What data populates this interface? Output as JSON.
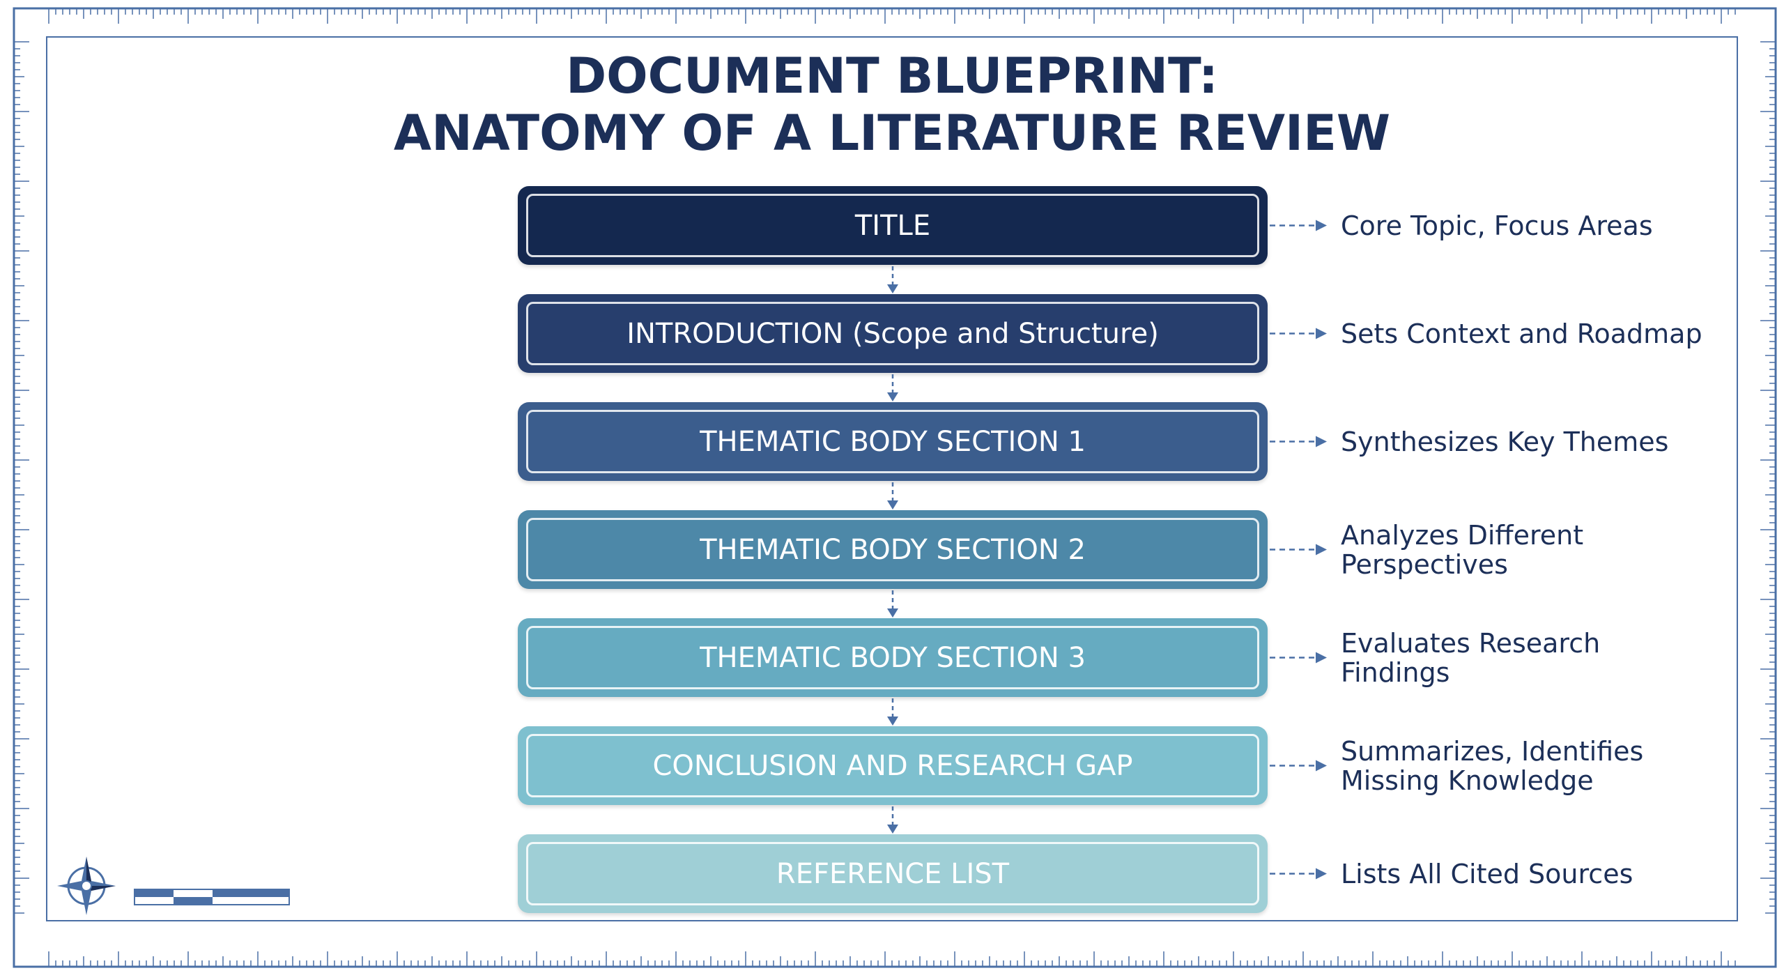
{
  "title": {
    "line1": "DOCUMENT BLUEPRINT:",
    "line2": "ANATOMY OF A LITERATURE REVIEW"
  },
  "sections": [
    {
      "label": "TITLE",
      "note_lines": [
        "Core Topic, Focus Areas"
      ],
      "color": "#14284f"
    },
    {
      "label": "INTRODUCTION (Scope and Structure)",
      "note_lines": [
        "Sets Context and Roadmap"
      ],
      "color": "#273e6d"
    },
    {
      "label": "THEMATIC BODY SECTION 1",
      "note_lines": [
        "Synthesizes Key Themes"
      ],
      "color": "#3b5d8d"
    },
    {
      "label": "THEMATIC BODY SECTION 2",
      "note_lines": [
        "Analyzes Different",
        "Perspectives"
      ],
      "color": "#4d88a8"
    },
    {
      "label": "THEMATIC BODY SECTION 3",
      "note_lines": [
        "Evaluates Research",
        "Findings"
      ],
      "color": "#66abc1"
    },
    {
      "label": "CONCLUSION AND RESEARCH GAP",
      "note_lines": [
        "Summarizes, Identifies",
        "Missing Knowledge"
      ],
      "color": "#7ec0cf"
    },
    {
      "label": "REFERENCE LIST",
      "note_lines": [
        "Lists All Cited Sources"
      ],
      "color": "#9fcfd6"
    }
  ],
  "colors": {
    "frame": "#4a6fa5",
    "title": "#1c2f58",
    "arrow": "#4a6fa5"
  },
  "icons": {
    "compass": "compass-rose-icon",
    "scale": "scale-bar"
  }
}
